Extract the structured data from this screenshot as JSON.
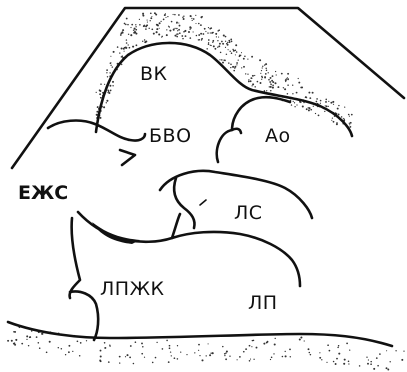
{
  "labels": {
    "vk": "ВК",
    "bvo": "БВО",
    "ao": "Ао",
    "ezhs": "ЕЖС",
    "ls": "ЛС",
    "lpzhk": "ЛПЖК",
    "lp": "ЛП"
  },
  "colors": {
    "ink": "#111111",
    "background": "#ffffff"
  }
}
